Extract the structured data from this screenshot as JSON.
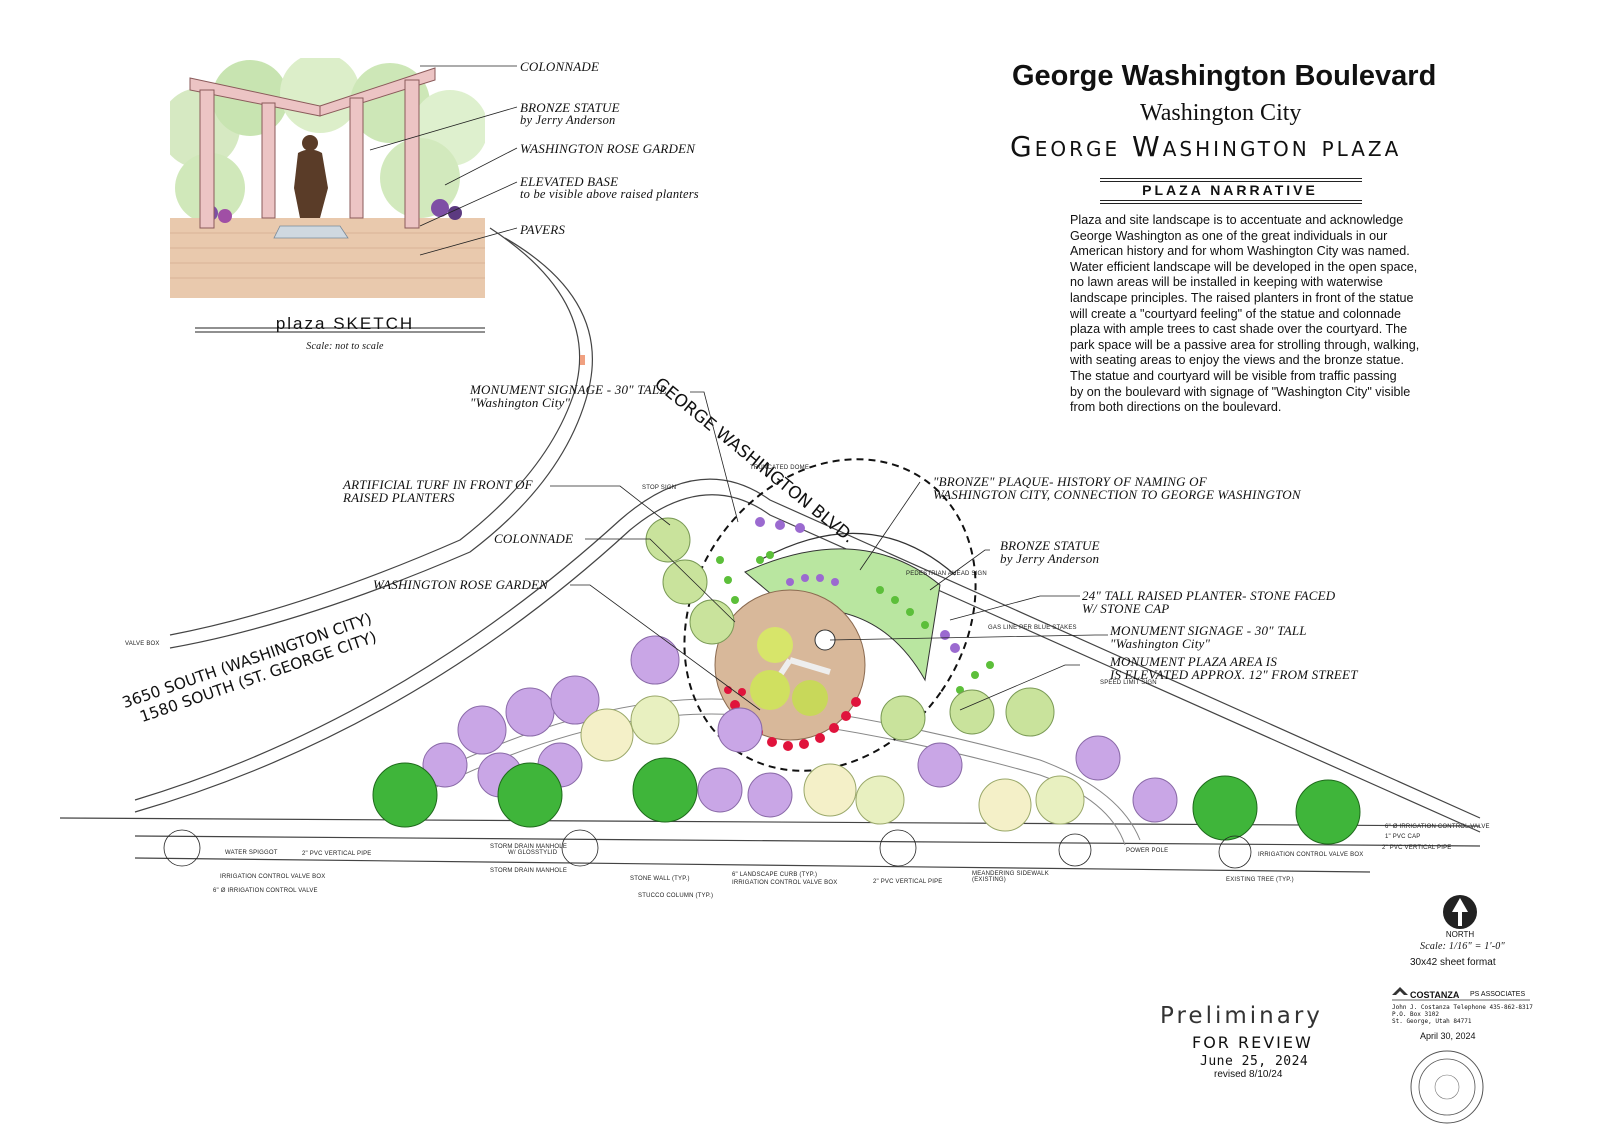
{
  "title": {
    "main": "George Washington Boulevard",
    "city": "Washington City",
    "plaza": "George Washington plaza"
  },
  "narrative": {
    "heading": "PLAZA NARRATIVE",
    "lines": [
      "Plaza and site landscape is to accentuate and acknowledge",
      "George Washington as one of the great individuals in our",
      "American history and for whom Washington City was named.",
      "Water efficient landscape will be developed in the open space,",
      "no lawn areas will be installed in keeping with waterwise",
      "landscape principles.  The raised planters in front of the statue",
      "will create a \"courtyard feeling\" of the statue and colonnade",
      "plaza with ample trees to cast shade over the courtyard.  The",
      "park space will be a passive area for strolling through, walking,",
      "with seating areas to enjoy the views and the bronze statue.",
      "The statue and courtyard will be visible from traffic passing",
      "by on the boulevard with signage  of \"Washington City\" visible",
      "from both directions on the boulevard."
    ]
  },
  "sketch": {
    "heading": "plaza SKETCH",
    "scale_note": "Scale: not to scale",
    "callouts": {
      "colonnade": "COLONNADE",
      "statue": "BRONZE STATUE",
      "statue_by": "by Jerry Anderson",
      "rose_garden": "WASHINGTON ROSE GARDEN",
      "base": "ELEVATED BASE",
      "base_note": "to be visible above raised planters",
      "pavers": "PAVERS"
    }
  },
  "plan": {
    "road_north": "GEORGE WASHINGTON BLVD.",
    "road_south_1": "3650 SOUTH (WASHINGTON CITY)",
    "road_south_2": "1580 SOUTH (ST. GEORGE CITY)",
    "monument_signage_left": "MONUMENT SIGNAGE - 30\" TALL",
    "monument_signage_left_sub": "\"Washington City\"",
    "turf": "ARTIFICIAL TURF IN FRONT OF",
    "turf_sub": "RAISED PLANTERS",
    "colonnade": "COLONNADE",
    "rose_garden": "WASHINGTON ROSE GARDEN",
    "plaque": "\"BRONZE\" PLAQUE- HISTORY OF NAMING OF",
    "plaque_sub": "WASHINGTON CITY, CONNECTION TO GEORGE WASHINGTON",
    "statue": "BRONZE STATUE",
    "statue_sub": "by Jerry Anderson",
    "planter": "24\" TALL RAISED PLANTER- STONE FACED",
    "planter_sub": "W/ STONE CAP",
    "monument_signage_right": "MONUMENT SIGNAGE - 30\" TALL",
    "monument_signage_right_sub": "\"Washington City\"",
    "elevated": "MONUMENT PLAZA AREA IS",
    "elevated_sub": "IS ELEVATED APPROX. 12\" FROM STREET",
    "small": {
      "truncated_dome": "TRUNCATED DOME",
      "stop_sign": "STOP SIGN",
      "ped_sign": "PEDESTRIAN AHEAD SIGN",
      "gas_line": "GAS LINE PER BLUE STAKES",
      "speed_sign": "SPEED LIMIT SIGN",
      "valve_box_left": "VALVE BOX",
      "water_spigot": "WATER SPIGGOT",
      "pvc_1": "2\" PVC VERTICAL PIPE",
      "irr_box_1": "IRRIGATION CONTROL VALVE BOX",
      "irr_valve_1": "6\" Ø IRRIGATION CONTROL VALVE",
      "storm_1": "STORM DRAIN MANHOLE",
      "storm_1b": "W/ GLOSSTYLID",
      "storm_2": "STORM DRAIN MANHOLE",
      "stone_wall": "STONE WALL (TYP.)",
      "stucco": "STUCCO COLUMN (TYP.)",
      "curb": "6\" LANDSCAPE CURB (TYP.)",
      "irr_box_2": "IRRIGATION CONTROL VALVE BOX",
      "pvc_2": "2\" PVC VERTICAL PIPE",
      "sidewalk": "MEANDERING SIDEWALK",
      "sidewalk_b": "(EXISTING)",
      "power_pole": "POWER POLE",
      "existing_tree": "EXISTING TREE (TYP.)",
      "irr_box_3": "IRRIGATION CONTROL VALVE BOX",
      "irr_valve_2": "6\" Ø IRRIGATION CONTROL VALVE",
      "pvc_cap": "1\" PVC CAP",
      "pvc_3": "2\" PVC VERTICAL PIPE"
    }
  },
  "north": {
    "label": "NORTH",
    "scale": "Scale: 1/16\" = 1'-0\"",
    "sheet": "30x42 sheet format"
  },
  "review": {
    "preliminary": "Preliminary",
    "for_review": "FOR REVIEW",
    "date": "June 25, 2024",
    "revised": "revised 8/10/24"
  },
  "firm": {
    "name": "COSTANZA",
    "associates": "PS ASSOCIATES",
    "line1": "John J. Costanza    Telephone 435-862-8317",
    "line2": "P.O. Box 3102",
    "line3": "St. George, Utah 84771",
    "date": "April 30, 2024"
  },
  "colors": {
    "tree_green": "#3fb53a",
    "tree_purple": "#c9a6e6",
    "rose_red": "#e0143c",
    "turf_green": "#a8e08a",
    "paver": "#d8b89a",
    "column": "#e7bfbf"
  }
}
